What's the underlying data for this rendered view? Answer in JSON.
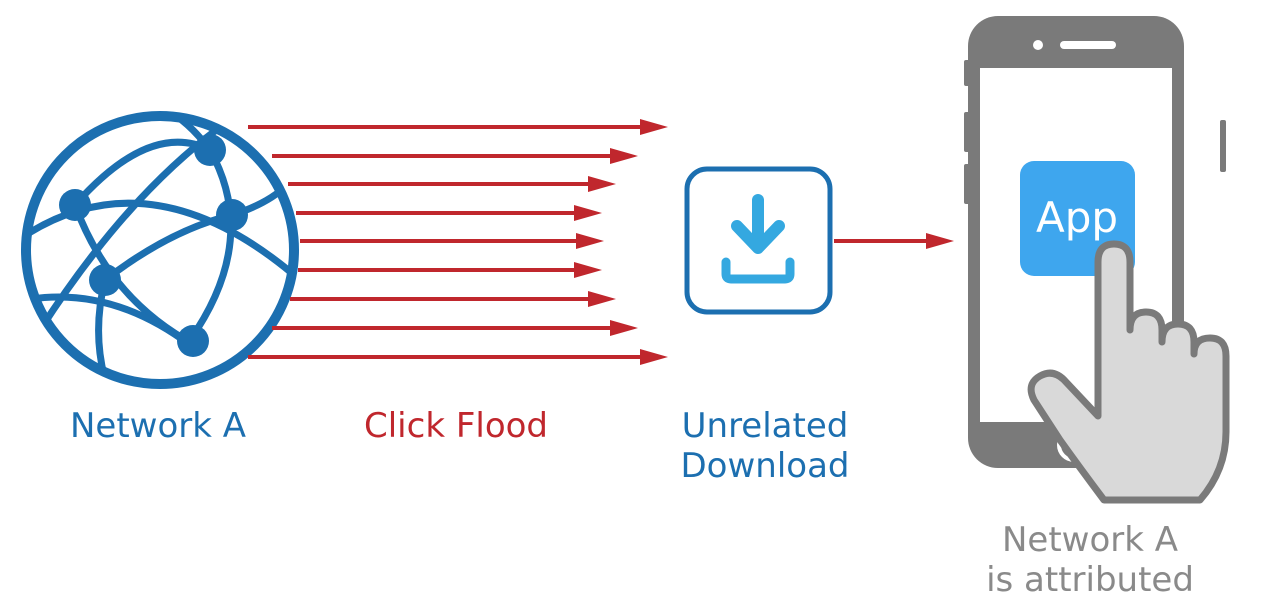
{
  "labels": {
    "network": "Network A",
    "flood": "Click Flood",
    "download_line1": "Unrelated",
    "download_line2": "Download",
    "attributed_line1": "Network A",
    "attributed_line2": "is attributed"
  },
  "app_icon_text": "App",
  "icons": {
    "network": "globe-network-icon",
    "download": "download-icon",
    "phone": "smartphone-icon",
    "hand": "pointing-hand-icon"
  },
  "colors": {
    "network_blue": "#1c6fb0",
    "flood_red": "#c0272d",
    "download_blue": "#34a8e0",
    "app_blue": "#3ea6ee",
    "phone_gray": "#7a7a7a",
    "hand_fill": "#d9d9d9",
    "caption_gray": "#8a8a8a"
  }
}
